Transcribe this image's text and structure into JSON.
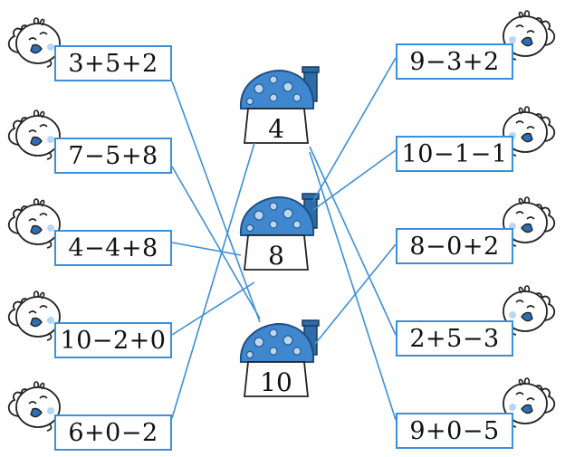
{
  "left_expressions": [
    {
      "text": "3+5+2",
      "result": 10
    },
    {
      "text": "7−5+8",
      "result": 10
    },
    {
      "text": "4−4+8",
      "result": 8
    },
    {
      "text": "10−2+0",
      "result": 8
    },
    {
      "text": "6+0−2",
      "result": 4
    }
  ],
  "right_expressions": [
    {
      "text": "9−3+2",
      "result": 8
    },
    {
      "text": "10−1−1",
      "result": 8
    },
    {
      "text": "8−0+2",
      "result": 10
    },
    {
      "text": "2+5−3",
      "result": 4
    },
    {
      "text": "9+0−5",
      "result": 4
    }
  ],
  "houses": [
    {
      "label": "4",
      "value": 4
    },
    {
      "label": "8",
      "value": 8
    },
    {
      "label": "10",
      "value": 10
    }
  ],
  "colors": {
    "line": "#3c8fd8",
    "box_border": "#3c8fd8",
    "mushroom_cap": "#3f87cf",
    "mushroom_spot": "#b9d7f2"
  },
  "icons": [
    "bird-icon",
    "mushroom-house-icon",
    "chimney-icon"
  ]
}
